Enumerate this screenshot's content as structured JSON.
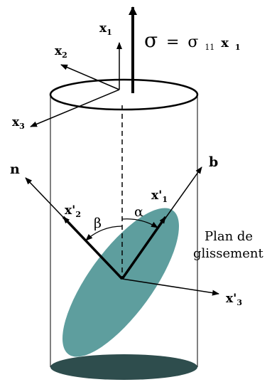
{
  "colors": {
    "plane_fill": "#5e9e9e",
    "base_fill": "#2e4d4d",
    "ink": "#000000"
  },
  "stress_label": {
    "sigma": "σ",
    "equals": "=",
    "sigma_sub": "σ",
    "sigma_indices": "11",
    "axis": "x",
    "axis_index": "1"
  },
  "axes": {
    "x1": {
      "base": "x",
      "index": "1"
    },
    "x2": {
      "base": "x",
      "index": "2"
    },
    "x3": {
      "base": "x",
      "index": "3"
    }
  },
  "slip_axes": {
    "n": "n",
    "b": "b",
    "x1p": {
      "base": "x'",
      "index": "1"
    },
    "x2p": {
      "base": "x'",
      "index": "2"
    },
    "x3p": {
      "base": "x'",
      "index": "3"
    }
  },
  "angles": {
    "alpha": "α",
    "beta": "β"
  },
  "plane_label": {
    "line1": "Plan de",
    "line2": "glissement"
  }
}
